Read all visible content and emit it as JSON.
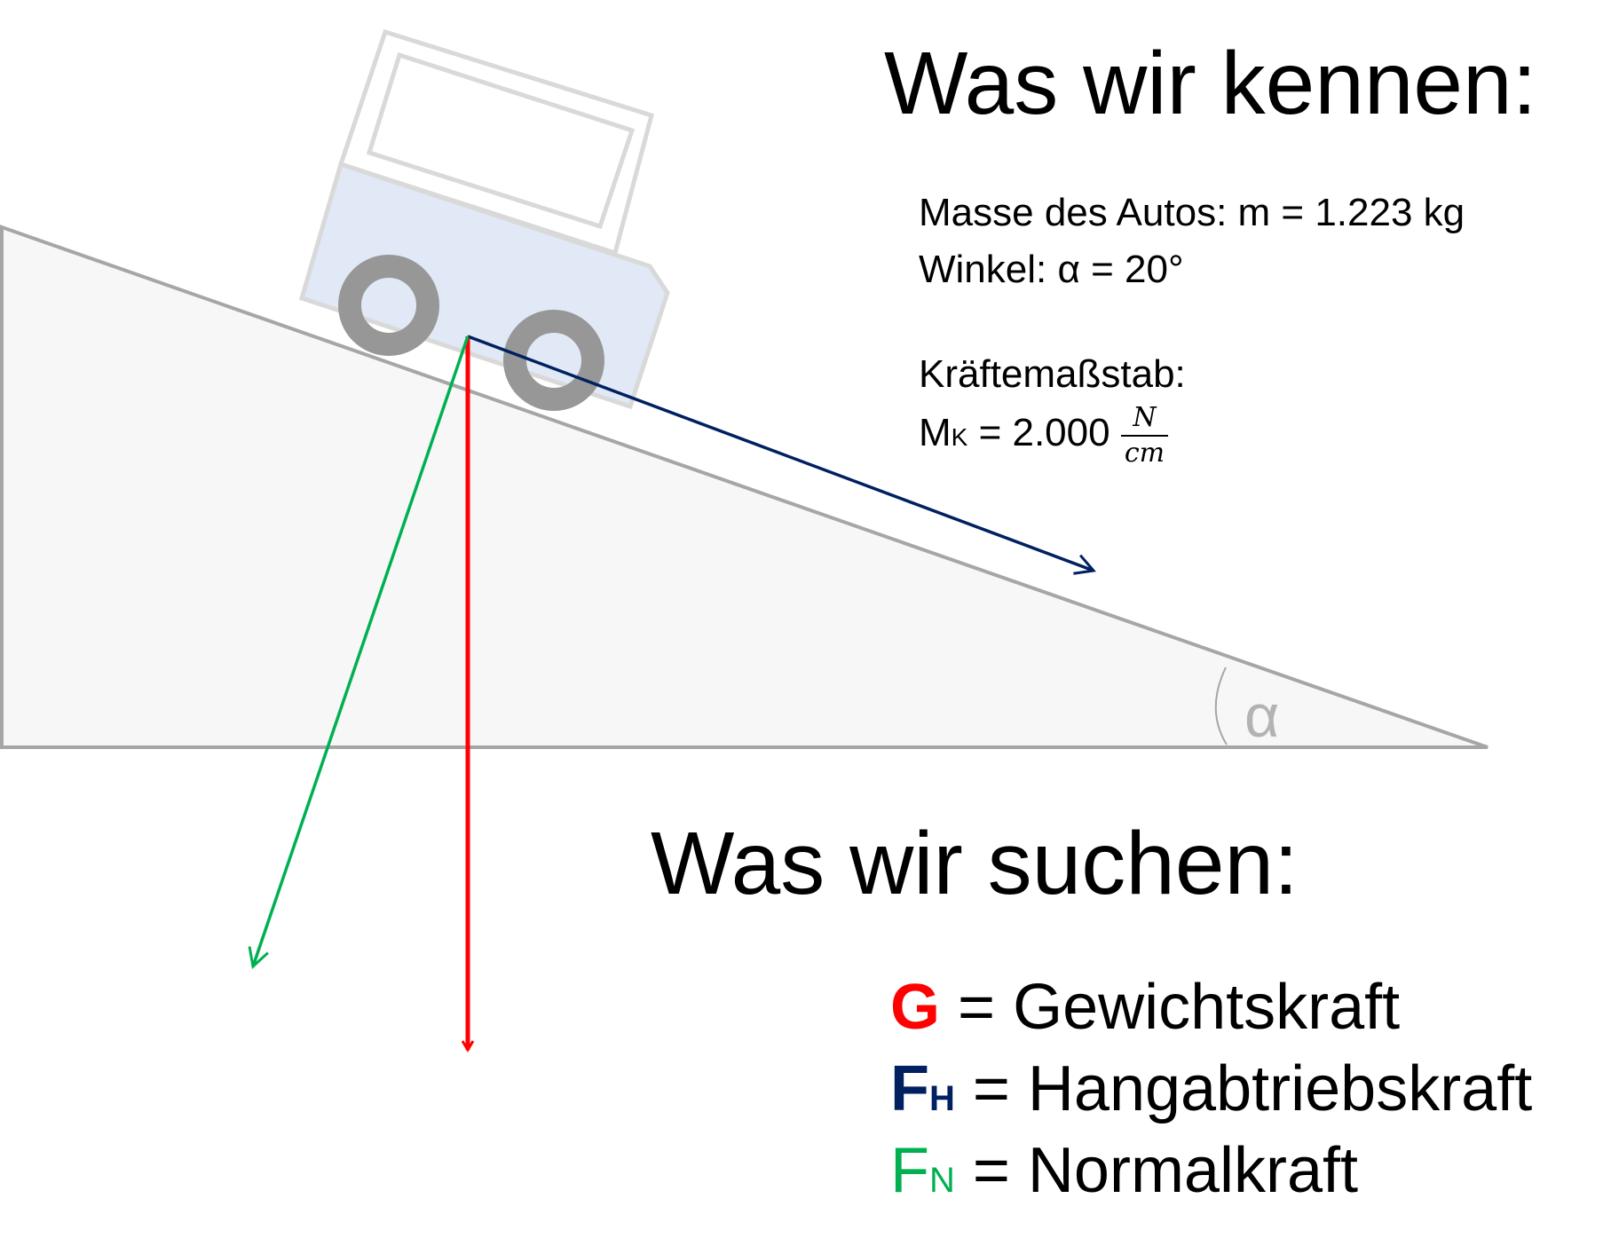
{
  "known": {
    "heading": "Was wir kennen:",
    "mass_line": "Masse des Autos: m = 1.223 kg",
    "angle_line": "Winkel: α = 20°",
    "scale_label": "Kräftemaßstab:",
    "scale_symbol": "M",
    "scale_subscript": "K",
    "scale_value": " = 2.000 ",
    "scale_unit_num": "N",
    "scale_unit_den": "cm"
  },
  "diagram": {
    "angle_symbol": "α",
    "colors": {
      "slope_fill": "#f7f7f7",
      "slope_stroke": "#a6a6a6",
      "car_body": "#dde7f4",
      "car_outline": "#d5d5d5",
      "wheel": "#8c8c8c",
      "weight_force": "#ff0000",
      "downhill_force": "#002060",
      "normal_force": "#00b050"
    }
  },
  "sought": {
    "heading": "Was wir suchen:",
    "items": [
      {
        "symbol": "G",
        "subscript": "",
        "text": " = Gewichtskraft",
        "color": "#ff0000",
        "bold": true
      },
      {
        "symbol": "F",
        "subscript": "H",
        "text": " = Hangabtriebskraft",
        "color": "#002060",
        "bold": true
      },
      {
        "symbol": "F",
        "subscript": "N",
        "text": " = Normalkraft",
        "color": "#00b050",
        "bold": false
      }
    ]
  }
}
